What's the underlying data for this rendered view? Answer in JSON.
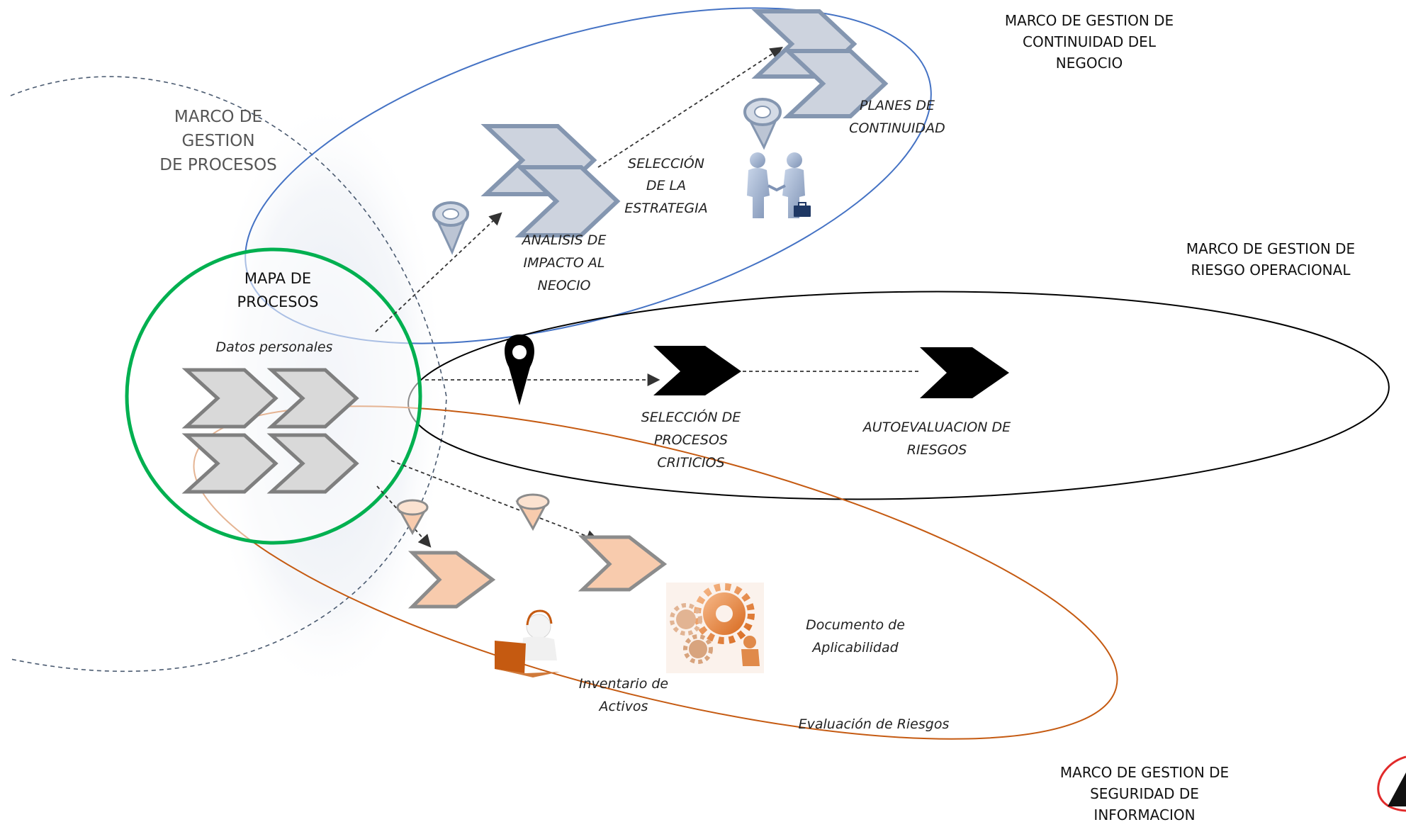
{
  "frameworks": {
    "procesos": {
      "title_lines": [
        "MARCO DE",
        "GESTION",
        "DE PROCESOS"
      ]
    },
    "continuidad": {
      "title_lines": [
        "MARCO DE GESTION DE",
        "CONTINUIDAD DEL",
        "NEGOCIO"
      ],
      "color": "#4472c4"
    },
    "riesgo": {
      "title_lines": [
        "MARCO DE GESTION DE",
        "RIESGO OPERACIONAL"
      ],
      "color": "#000000"
    },
    "seguridad": {
      "title_lines": [
        "MARCO DE GESTION DE",
        "SEGURIDAD DE",
        "INFORMACION"
      ],
      "color": "#c55a11"
    }
  },
  "center": {
    "title_lines": [
      "MAPA DE",
      "PROCESOS"
    ],
    "subtitle": "Datos personales",
    "color": "#00b050"
  },
  "steps": {
    "analisis": [
      "ANALISIS DE",
      "IMPACTO AL",
      "NEOCIO"
    ],
    "seleccion_estrategia": [
      "SELECCIÓN",
      "DE LA",
      "ESTRATEGIA"
    ],
    "planes": [
      "PLANES DE",
      "CONTINUIDAD"
    ],
    "seleccion_procesos": [
      "SELECCIÓN DE",
      "PROCESOS",
      "CRITICIOS"
    ],
    "autoevaluacion": [
      "AUTOEVALUACION DE",
      "RIESGOS"
    ],
    "inventario": [
      "Inventario de",
      "Activos"
    ],
    "documento": [
      "Documento de",
      "Aplicabilidad"
    ],
    "evaluacion": [
      "Evaluación de Riesgos"
    ]
  },
  "icons": [
    "chevron-icon",
    "map-pin-icon",
    "funnel-icon",
    "handshake-icon",
    "gears-icon",
    "laptop-user-icon",
    "logo-icon"
  ]
}
